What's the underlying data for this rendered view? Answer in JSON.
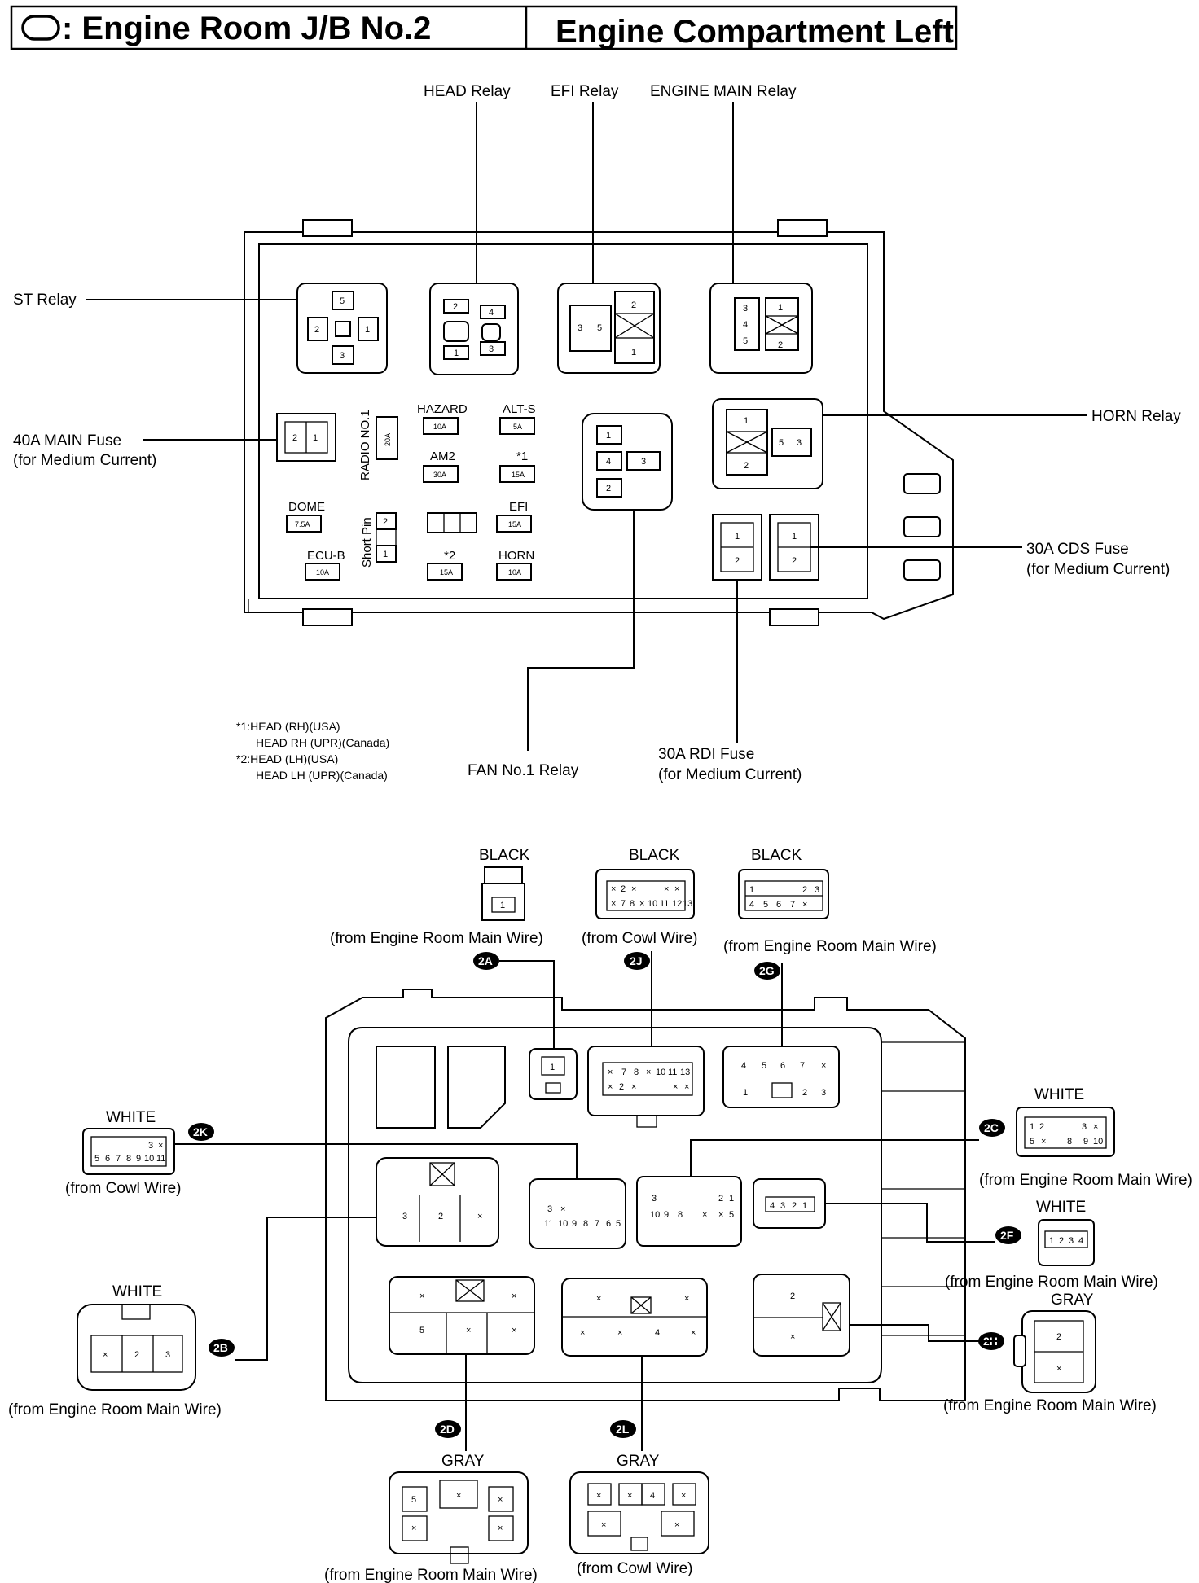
{
  "title": {
    "symbol": "◯",
    "left": ": Engine Room J/B No.2",
    "right": "Engine Compartment Left"
  },
  "top_labels": {
    "head_relay": "HEAD Relay",
    "efi_relay": "EFI Relay",
    "engine_main_relay": "ENGINE MAIN Relay",
    "st_relay": "ST Relay",
    "main_fuse": "40A MAIN Fuse",
    "main_fuse_sub": "(for Medium Current)",
    "horn_relay": "HORN Relay",
    "cds_fuse": "30A CDS Fuse",
    "cds_fuse_sub": "(for Medium Current)",
    "fan_relay": "FAN No.1 Relay",
    "rdi_fuse": "30A RDI Fuse",
    "rdi_fuse_sub": "(for Medium Current)"
  },
  "fuses": {
    "radio": "RADIO NO.1",
    "radio_amp": "20A",
    "hazard": "HAZARD",
    "hazard_amp": "10A",
    "alts": "ALT-S",
    "alts_amp": "5A",
    "am2": "AM2",
    "am2_amp": "30A",
    "star1": "*1",
    "star1_amp": "15A",
    "dome": "DOME",
    "dome_amp": "7.5A",
    "short_pin": "Short Pin",
    "efi": "EFI",
    "efi_amp": "15A",
    "ecub": "ECU-B",
    "ecub_amp": "10A",
    "star2": "*2",
    "star2_amp": "15A",
    "horn": "HORN",
    "horn_amp": "10A"
  },
  "footnotes": [
    "*1:HEAD (RH)(USA)",
    "HEAD RH (UPR)(Canada)",
    "*2:HEAD (LH)(USA)",
    "HEAD LH (UPR)(Canada)"
  ],
  "connectors": {
    "c2a": {
      "code": "2A",
      "color": "BLACK",
      "from": "(from Engine Room Main Wire)"
    },
    "c2j": {
      "code": "2J",
      "color": "BLACK",
      "from": "(from Cowl Wire)"
    },
    "c2g": {
      "code": "2G",
      "color": "BLACK",
      "from": "(from Engine Room Main Wire)"
    },
    "c2k": {
      "code": "2K",
      "color": "WHITE",
      "from": "(from Cowl Wire)"
    },
    "c2c": {
      "code": "2C",
      "color": "WHITE",
      "from": "(from Engine Room Main Wire)"
    },
    "c2f": {
      "code": "2F",
      "color": "WHITE",
      "from": "(from Engine Room Main Wire)"
    },
    "c2b": {
      "code": "2B",
      "color": "WHITE",
      "from": "(from Engine Room Main Wire)"
    },
    "c2h": {
      "code": "2H",
      "color": "GRAY",
      "from": "(from Engine Room Main Wire)"
    },
    "c2d": {
      "code": "2D",
      "color": "GRAY",
      "from": "(from Engine Room Main Wire)"
    },
    "c2l": {
      "code": "2L",
      "color": "GRAY",
      "from": "(from Cowl Wire)"
    }
  }
}
